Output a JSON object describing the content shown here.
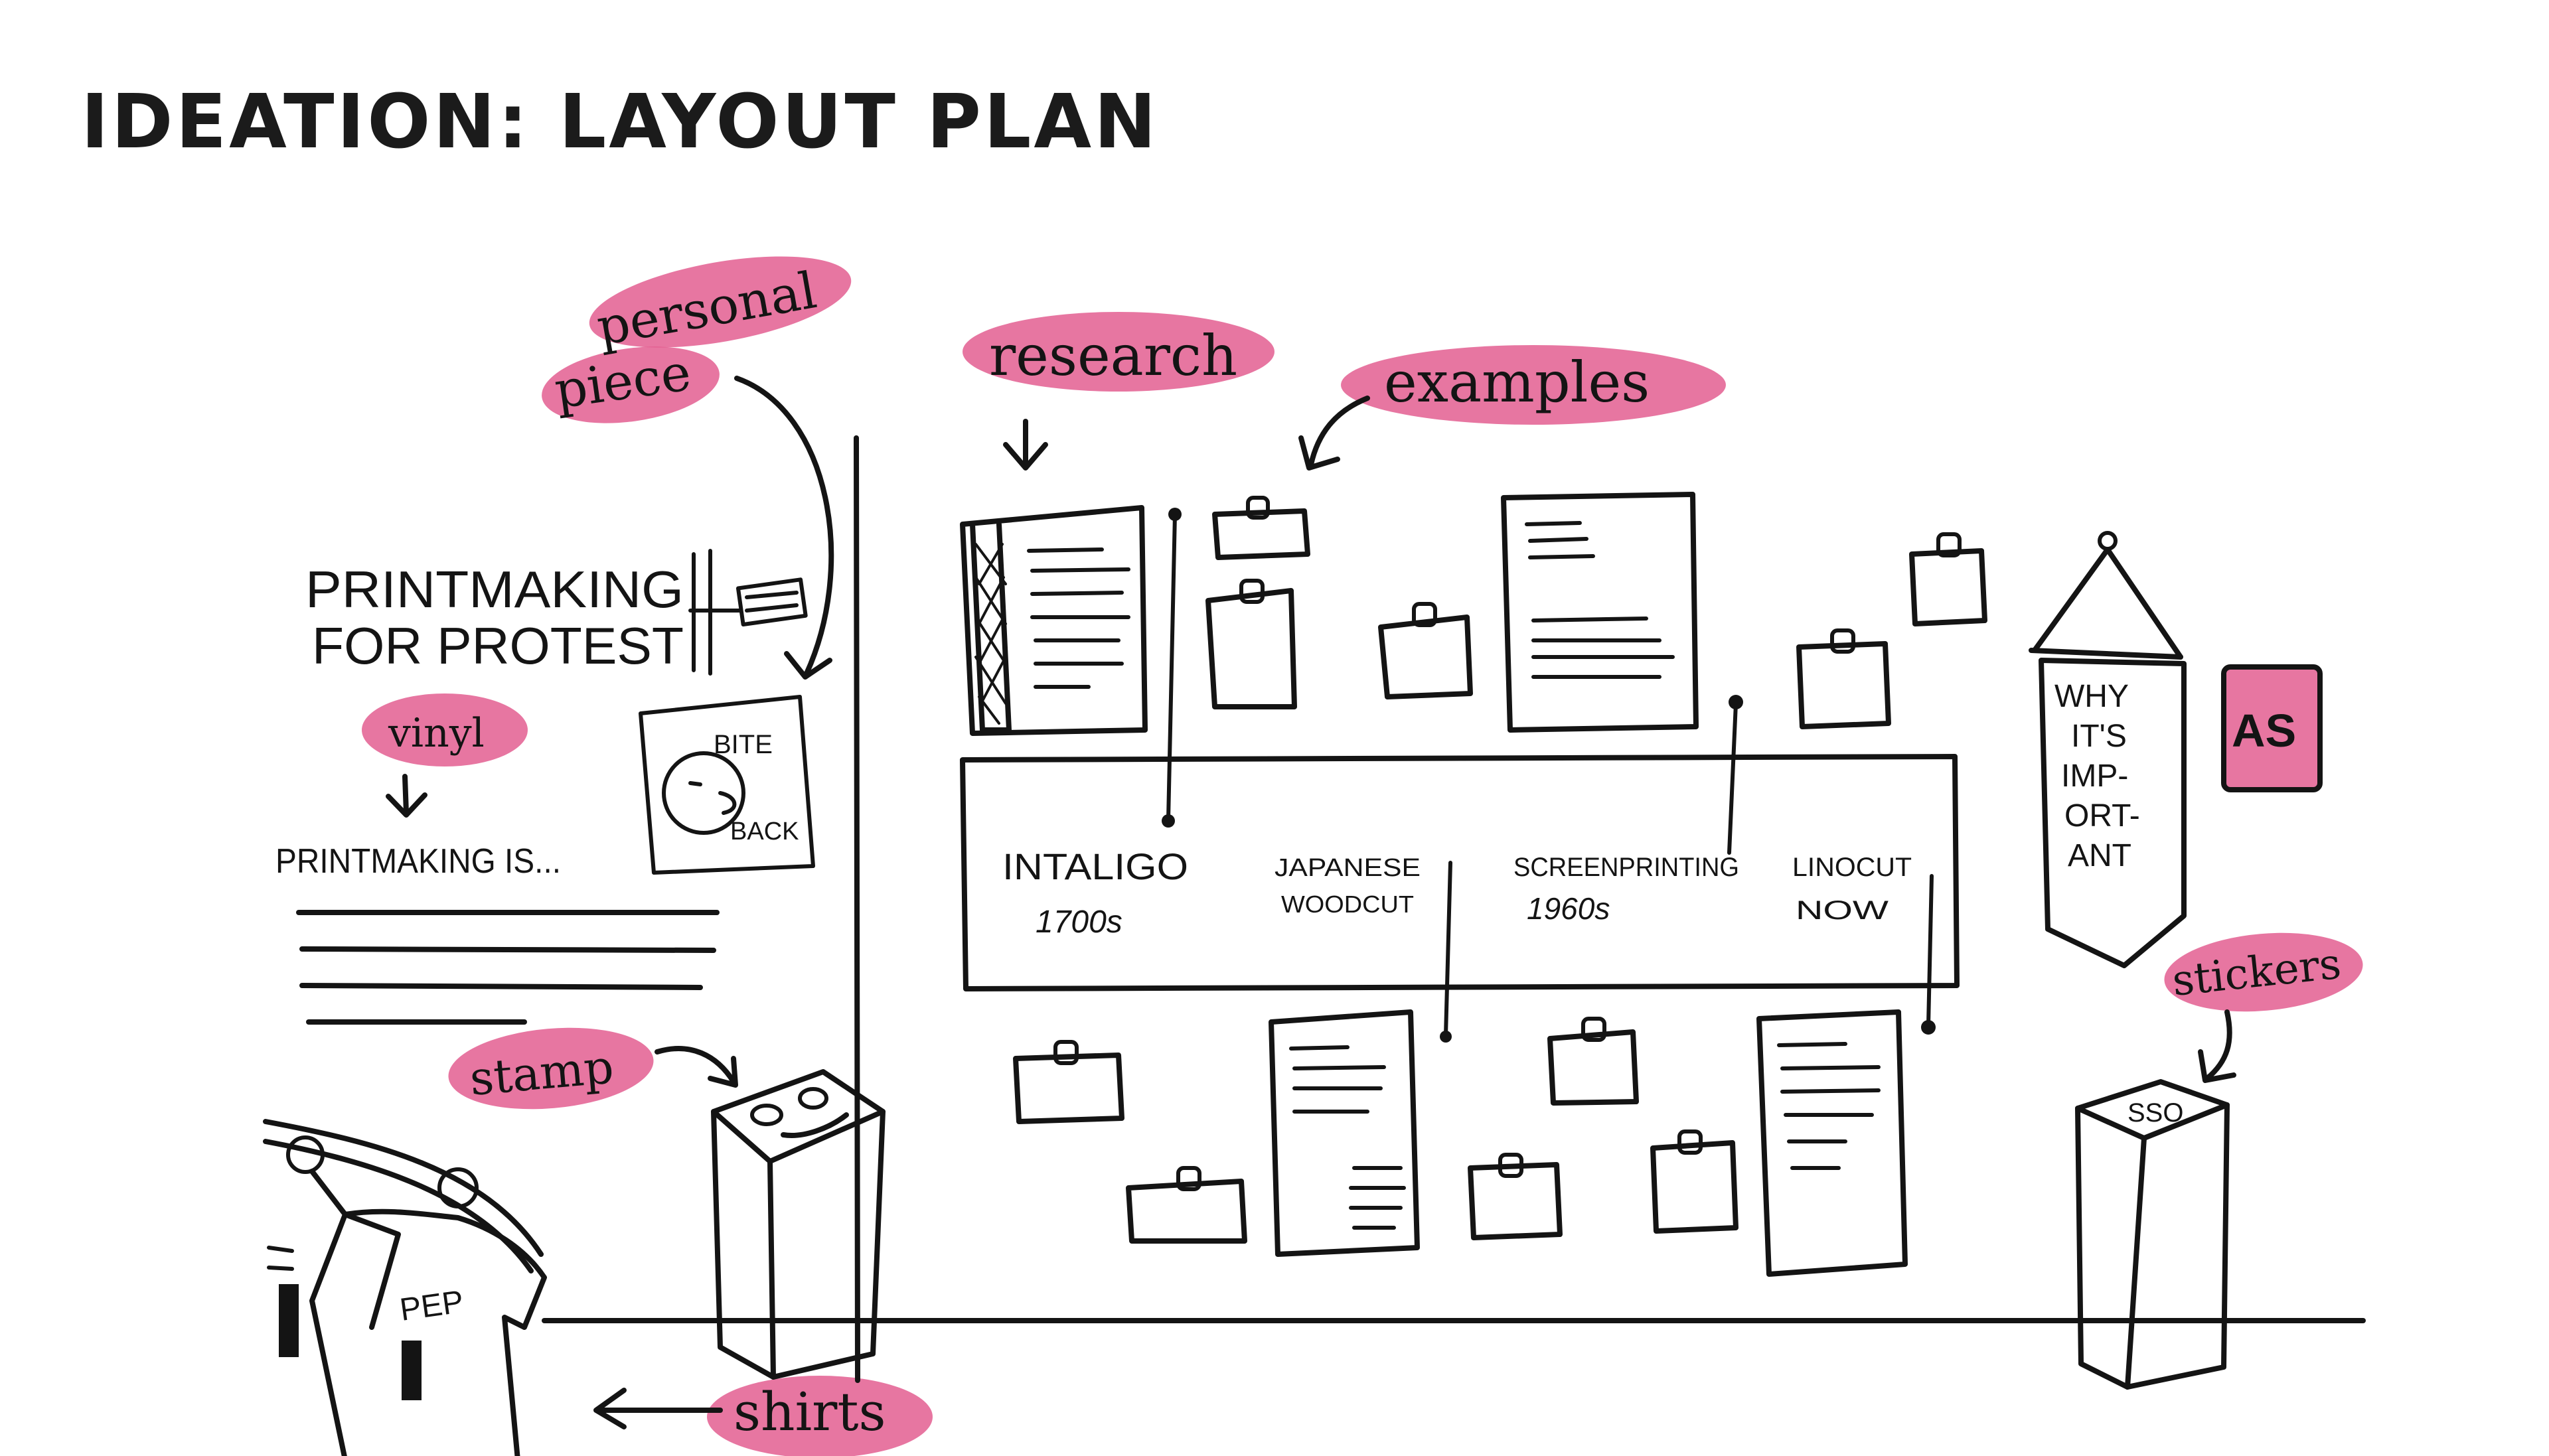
{
  "title": "IDEATION: LAYOUT PLAN",
  "colors": {
    "highlight": "#e04f86",
    "ink": "#141414",
    "background": "#ffffff"
  },
  "labels": {
    "personal_piece_line1": "personal",
    "personal_piece_line2": "piece",
    "research": "research",
    "examples": "examples",
    "vinyl": "vinyl",
    "stamp": "stamp",
    "stickers": "stickers",
    "shirts": "shirts"
  },
  "left_wall": {
    "heading_line1": "PRINTMAKING",
    "heading_line2": "FOR PROTEST",
    "intro": "PRINTMAKING IS...",
    "poster_line1": "BITE",
    "poster_line2": "BACK",
    "shirt_text": "PEP"
  },
  "timeline": [
    {
      "name": "INTALIGO",
      "era": "1700s"
    },
    {
      "name": "JAPANESE",
      "era": "WOODCUT"
    },
    {
      "name": "SCREENPRINTING",
      "era": "1960s"
    },
    {
      "name": "LINOCUT",
      "era": "NOW"
    }
  ],
  "banner": {
    "lines": [
      "WHY",
      "IT'S",
      "IMP-",
      "ORT-",
      "ANT"
    ]
  },
  "sign": "AS",
  "sticker_box": "SSO"
}
